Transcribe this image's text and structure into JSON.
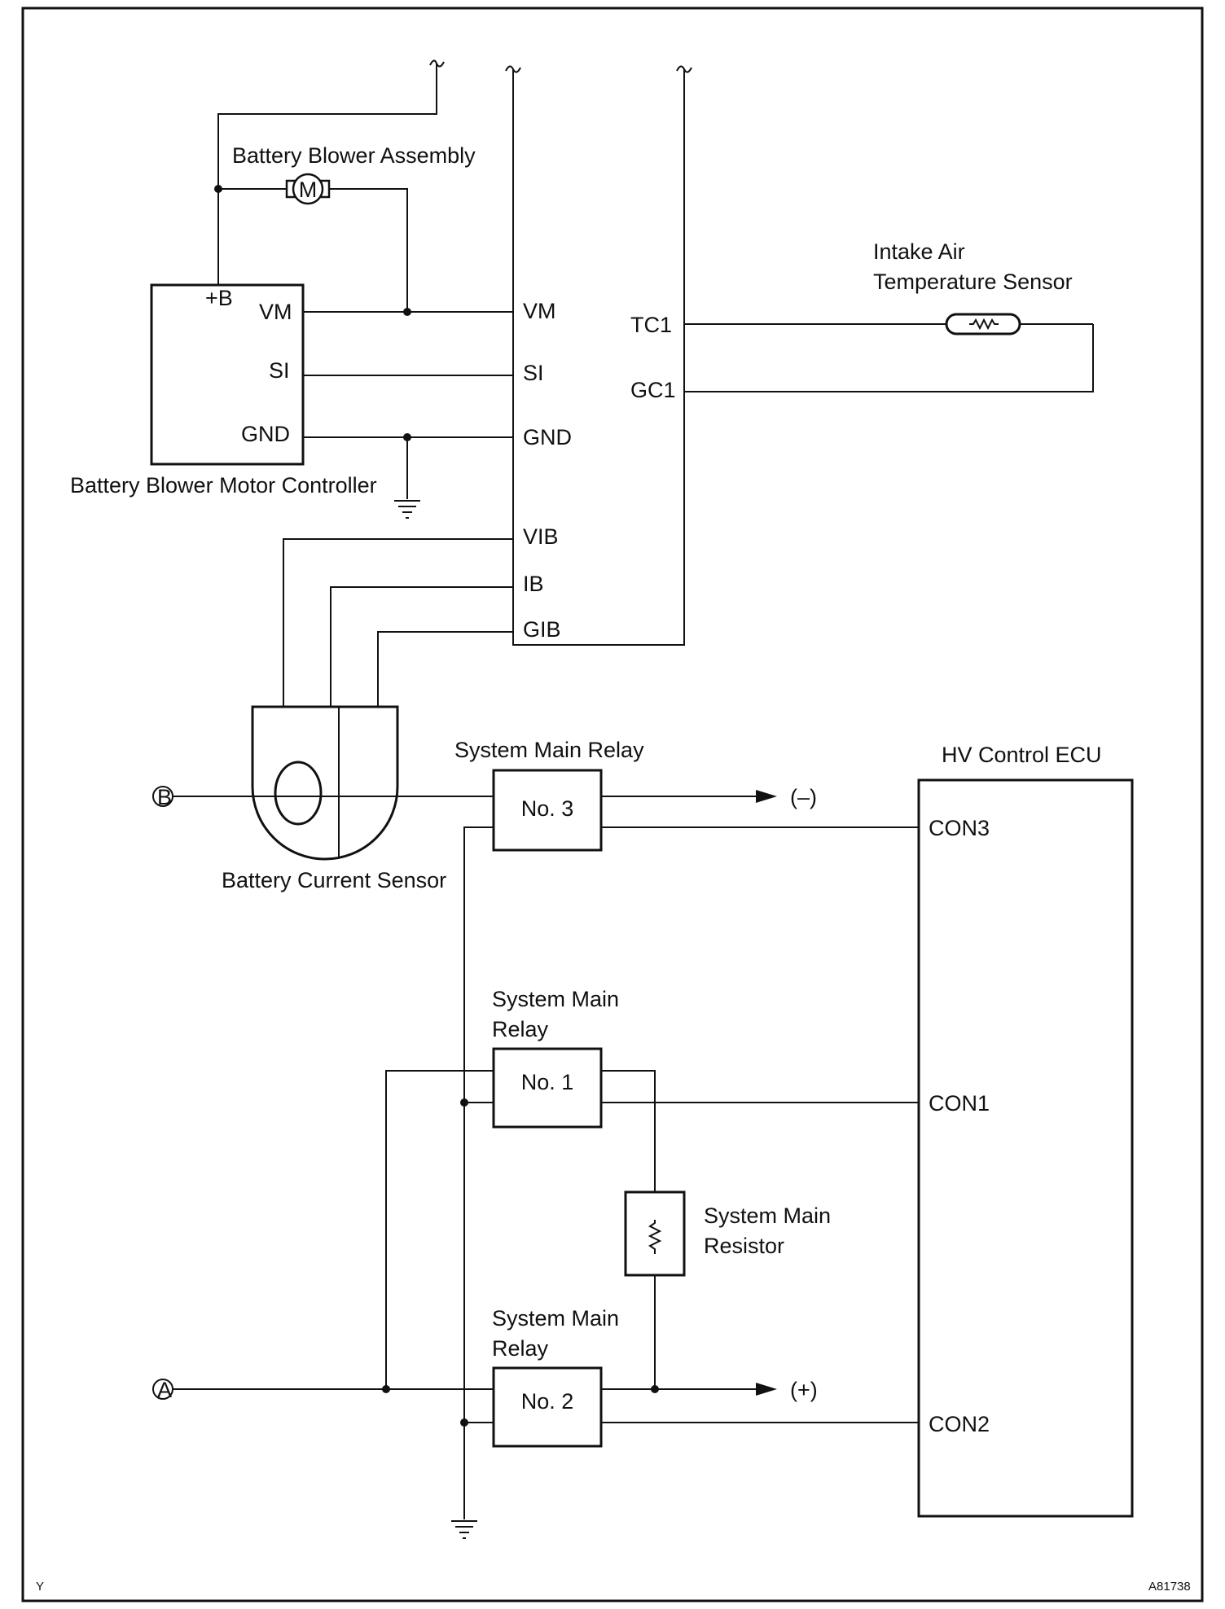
{
  "colors": {
    "line": "#111111",
    "background": "#ffffff"
  },
  "components": {
    "blower_assembly": "Battery Blower Assembly",
    "motor_symbol": "M",
    "blower_controller": "Battery Blower Motor Controller",
    "intake_sensor_line1": "Intake Air",
    "intake_sensor_line2": "Temperature Sensor",
    "current_sensor": "Battery Current Sensor",
    "smr3_title": "System Main Relay",
    "smr3_box": "No. 3",
    "smr1_title_line1": "System Main",
    "smr1_title_line2": "Relay",
    "smr1_box": "No. 1",
    "smr2_title_line1": "System Main",
    "smr2_title_line2": "Relay",
    "smr2_box": "No. 2",
    "resistor_line1": "System Main",
    "resistor_line2": "Resistor",
    "hv_ecu": "HV Control ECU"
  },
  "controller_pins": {
    "plus_b": "+B",
    "vm": "VM",
    "si": "SI",
    "gnd": "GND"
  },
  "ecu_pins": {
    "vm": "VM",
    "si": "SI",
    "gnd": "GND",
    "vib": "VIB",
    "ib": "IB",
    "gib": "GIB",
    "tc1": "TC1",
    "gc1": "GC1"
  },
  "hv_pins": {
    "con3": "CON3",
    "con1": "CON1",
    "con2": "CON2"
  },
  "terminals": {
    "b": "B",
    "a": "A",
    "minus": "(–)",
    "plus": "(+)"
  },
  "corner_marks": {
    "left": "Y",
    "right": "A81738"
  }
}
